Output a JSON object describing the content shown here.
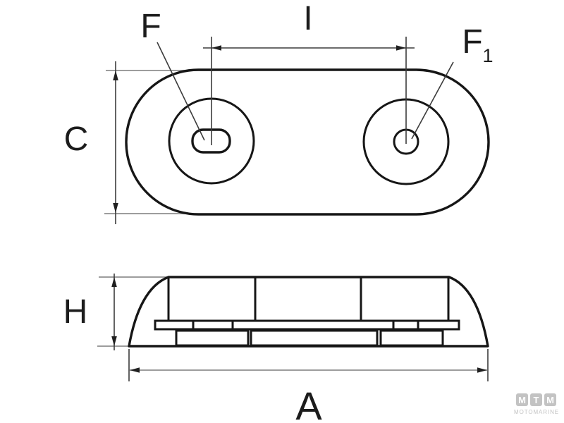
{
  "diagram": {
    "labels": {
      "c": "C",
      "f": "F",
      "i": "I",
      "f1_base": "F",
      "f1_sub": "1",
      "h": "H",
      "a": "A"
    }
  },
  "watermark": {
    "box_letters": [
      "M",
      "T",
      "M"
    ],
    "subtitle": "MOTOMARINE"
  },
  "colors": {
    "ink": "#161616",
    "dimension_line": "#3c3c3c",
    "extension_line": "#8f8f8f",
    "watermark_gray": "#c3c3c3",
    "background": "#ffffff"
  }
}
